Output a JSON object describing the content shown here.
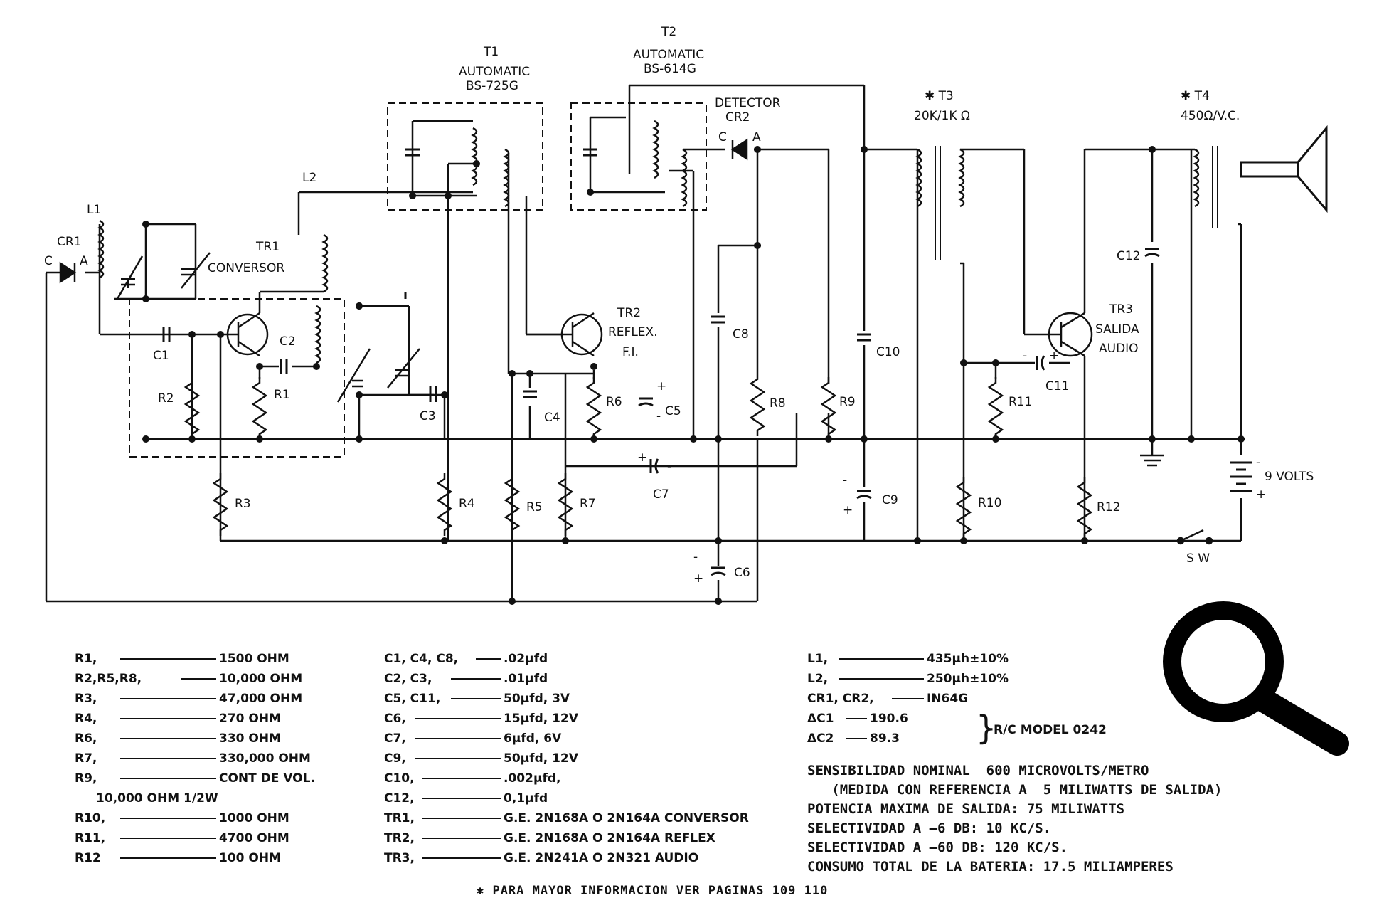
{
  "transformers": {
    "t1": {
      "ref": "T1",
      "make": "AUTOMATIC",
      "model": "BS-725G"
    },
    "t2": {
      "ref": "T2",
      "make": "AUTOMATIC",
      "model": "BS-614G"
    },
    "t3": {
      "ref": "✱ T3",
      "rating": "20K/1K Ω"
    },
    "t4": {
      "ref": "✱ T4",
      "rating": "450Ω/V.C."
    }
  },
  "labels": {
    "l1": "L1",
    "l2": "L2",
    "cr1": "CR1",
    "cr1_c": "C",
    "cr1_a": "A",
    "cr2": "CR2",
    "cr2_c": "C",
    "cr2_a": "A",
    "detector": "DETECTOR",
    "tr1": "TR1",
    "conversor": "CONVERSOR",
    "tr2": "TR2",
    "reflex": "REFLEX.",
    "fi": "F.I.",
    "tr3": "TR3",
    "salida": "SALIDA",
    "audio": "AUDIO",
    "c1": "C1",
    "c2": "C2",
    "c3": "C3",
    "c4": "C4",
    "c5": "C5",
    "c6": "C6",
    "c7": "C7",
    "c8": "C8",
    "c9": "C9",
    "c10": "C10",
    "c11": "C11",
    "c12": "C12",
    "r1": "R1",
    "r2": "R2",
    "r3": "R3",
    "r4": "R4",
    "r5": "R5",
    "r6": "R6",
    "r7": "R7",
    "r8": "R8",
    "r9": "R9",
    "r10": "R10",
    "r11": "R11",
    "r12": "R12",
    "volts": "9 VOLTS",
    "sw": "S W",
    "plus": "+",
    "minus": "-"
  },
  "parts_left": [
    {
      "key": "R1,",
      "value": "1500 OHM"
    },
    {
      "key": "R2,R5,R8,",
      "value": "10,000 OHM"
    },
    {
      "key": "R3,",
      "value": "47,000 OHM"
    },
    {
      "key": "R4,",
      "value": "270 OHM"
    },
    {
      "key": "R6,",
      "value": "330 OHM"
    },
    {
      "key": "R7,",
      "value": "330,000 OHM"
    },
    {
      "key": "R9,",
      "value": "CONT DE VOL."
    },
    {
      "key": "",
      "value": "10,000 OHM 1/2W"
    },
    {
      "key": "R10,",
      "value": "1000 OHM"
    },
    {
      "key": "R11,",
      "value": "4700 OHM"
    },
    {
      "key": "R12",
      "value": "100 OHM"
    }
  ],
  "parts_mid": [
    {
      "key": "C1, C4, C8,",
      "value": ".02µfd"
    },
    {
      "key": "C2, C3,",
      "value": ".01µfd"
    },
    {
      "key": "C5, C11,",
      "value": "50µfd, 3V"
    },
    {
      "key": "C6,",
      "value": "15µfd, 12V"
    },
    {
      "key": "C7,",
      "value": "6µfd, 6V"
    },
    {
      "key": "C9,",
      "value": "50µfd, 12V"
    },
    {
      "key": "C10,",
      "value": ".002µfd,"
    },
    {
      "key": "C12,",
      "value": "0,1µfd"
    },
    {
      "key": "TR1,",
      "value": "G.E. 2N168A O   2N164A CONVERSOR"
    },
    {
      "key": "TR2,",
      "value": "G.E. 2N168A O   2N164A REFLEX"
    },
    {
      "key": "TR3,",
      "value": "G.E. 2N241A O   2N321 AUDIO"
    }
  ],
  "parts_right": [
    {
      "key": "L1,",
      "value": "435µh±10%"
    },
    {
      "key": "L2,",
      "value": "250µh±10%"
    },
    {
      "key": "CR1, CR2,",
      "value": "IN64G"
    },
    {
      "key": "ΔC1",
      "value": "190.6"
    },
    {
      "key": "ΔC2",
      "value": "89.3"
    }
  ],
  "rc_model": "R/C MODEL 0242",
  "specs": [
    "SENSIBILIDAD NOMINAL  600 MICROVOLTS/METRO",
    "   (MEDIDA CON REFERENCIA A  5 MILIWATTS DE SALIDA)",
    "POTENCIA MAXIMA DE SALIDA: 75 MILIWATTS",
    "SELECTIVIDAD A —6 DB: 10 KC/S.",
    "SELECTIVIDAD A —60 DB: 120 KC/S.",
    "CONSUMO TOTAL DE LA BATERIA: 17.5 MILIAMPERES"
  ],
  "footnote": "✱ PARA MAYOR INFORMACION VER PAGINAS 109  110",
  "icons": {
    "magnifier": "magnifier-icon"
  }
}
